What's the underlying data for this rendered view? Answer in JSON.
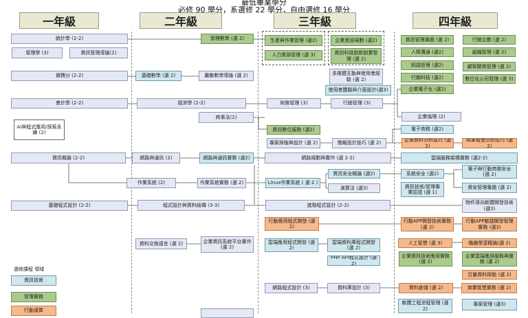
{
  "header": {
    "line1": "最低畢業學分",
    "line2": "必修 90 學分，系選修 22 學分，自由選修 16 學分"
  },
  "years": [
    "一年級",
    "二年級",
    "三年級",
    "四年級"
  ],
  "legend": {
    "title": "選修課程 領域",
    "items": [
      "資訊技術",
      "管理實務",
      "行動運算"
    ]
  },
  "courses": {
    "c1": "統計學 (2-2)",
    "c2": "管理學 (3)",
    "c3": "資訊管理導論(2)",
    "c4": "微積分 (2-2)",
    "c5": "會計學 (2-2)",
    "c6": "AI與程式應用/探索永續 (2)",
    "c7": "資訊概論 (2-2)",
    "c8": "基礎程式設計 (2-2)",
    "c9": "管理數學 (選 2)",
    "c10": "基礎數學 (選 2)",
    "c11": "離散數學導論 (選 2)",
    "c12": "經濟學 (2-2)",
    "c13": "商事法(2)",
    "c14": "網路與通訊 (2)",
    "c15": "網路與通訊實務 (選2)",
    "c16": "作業系統 (2)",
    "c17": "作業系統實務 (選 2)",
    "c18": "程式設計與資料結構 (3-3)",
    "c19": "資料交換語言 (選 2)",
    "c20": "企業資訊系統平台實作(選 2)",
    "c21": "生產與作業管理 (選2)",
    "c22": "人力資源管理 (選 3)",
    "c23": "企業資源規劃 (選2)",
    "c24": "資訊科技創新創業管理 (選 2)",
    "c25": "多媒體互動與使用者經驗 (選 2)",
    "c26": "使用者體驗與介面設計(選3)",
    "c27": "財務管理 (3)",
    "c28": "行銷管理 (3)",
    "c29": "資訊數位服務 (選2)",
    "c30": "專案排版與設計 (選 2)",
    "c31": "簡報設計技巧 (選 2)",
    "c32": "網路規劃與實作 (選 2-2)",
    "c33": "資訊安全概論 (選2)",
    "c34": "Linux作業系統 ( 選 2 )",
    "c35": "演算法 (選3)",
    "c36": "進階程式設計 (2-2)",
    "c37": "行動應用程式開發 (選 2)",
    "c38": "雲端應用程式開發 (選 2)",
    "c39": "雲端資料庫程式開發 (選 2)",
    "c40": "PHP API程式設計 (選2)",
    "c41": "網路程式設計 (3)",
    "c42": "資料庫設計 (3)",
    "c43": "資訊管理專題 (選 2)",
    "c44": "行銷企劃 (選 2)",
    "c45": "人際溝通 (選2)",
    "c46": "組織管理 (選 2)",
    "c47": "知識管理 (選2)",
    "c48": "顧客關係管理 (選 2)",
    "c49": "行銷科技 (選2)",
    "c50": "數位化公司管理 (選 3)",
    "c51": "企業電子化 (選2)",
    "c52": "企業倫理 (2)",
    "c53": "電子商務 (選2)",
    "c54": "企業資料分析技巧 (選2)",
    "c55": "商業智慧分析技巧 (選2)",
    "c56": "雲端服務架構實務 (選2-2)",
    "c57": "系統安全 (選2)",
    "c58": "電子與行動商務安全 (選 2)",
    "c59": "資訊技術/管理專業認證 (選 1)",
    "c60": "資安管理專題 (選 2)",
    "c61": "物件導向軟體開發技術 (選3)",
    "c62": "行動APP開發技術實務 (選 2)",
    "c63": "行動APP敏捷開發管理實務 (選3)",
    "c64": "人工智慧 (選 3)",
    "c65": "機器學習概論(選 2)",
    "c66": "企業資訊技術應用實務 (選 2)",
    "c67": "企業雲端應用服務與實務 (選 2)",
    "c68": "巨量資料探勘 (選 2)",
    "c69": "資料倉儲 (選 2)",
    "c70": "商業智慧實務 (選 2)",
    "c71": "軟體工程流程管理 (選 2)",
    "c72": "專案管理 (選3)"
  }
}
